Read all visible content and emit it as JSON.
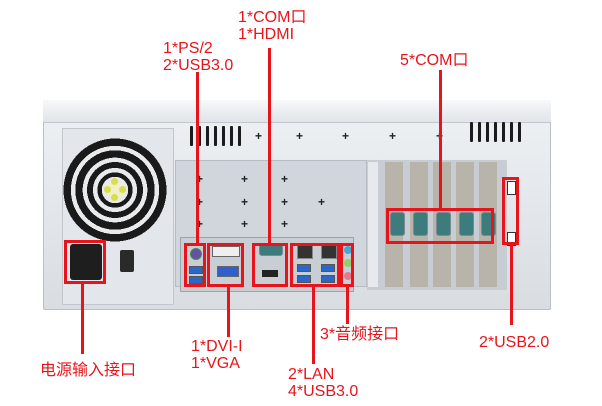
{
  "title": "Industrial PC chassis rear I/O panel diagram",
  "accent_color": "#e8141b",
  "callouts": {
    "com_hdmi": {
      "lines": [
        "1*COM口",
        "1*HDMI"
      ]
    },
    "ps2_usb": {
      "lines": [
        "1*PS/2",
        "2*USB3.0"
      ]
    },
    "com5": {
      "lines": [
        "5*COM口"
      ]
    },
    "power": {
      "lines": [
        "电源输入接口"
      ]
    },
    "dvi_vga": {
      "lines": [
        "1*DVI-I",
        "1*VGA"
      ]
    },
    "audio": {
      "lines": [
        "3*音频接口"
      ]
    },
    "lan_usb": {
      "lines": [
        "2*LAN",
        "4*USB3.0"
      ]
    },
    "usb2": {
      "lines": [
        "2*USB2.0"
      ]
    }
  }
}
